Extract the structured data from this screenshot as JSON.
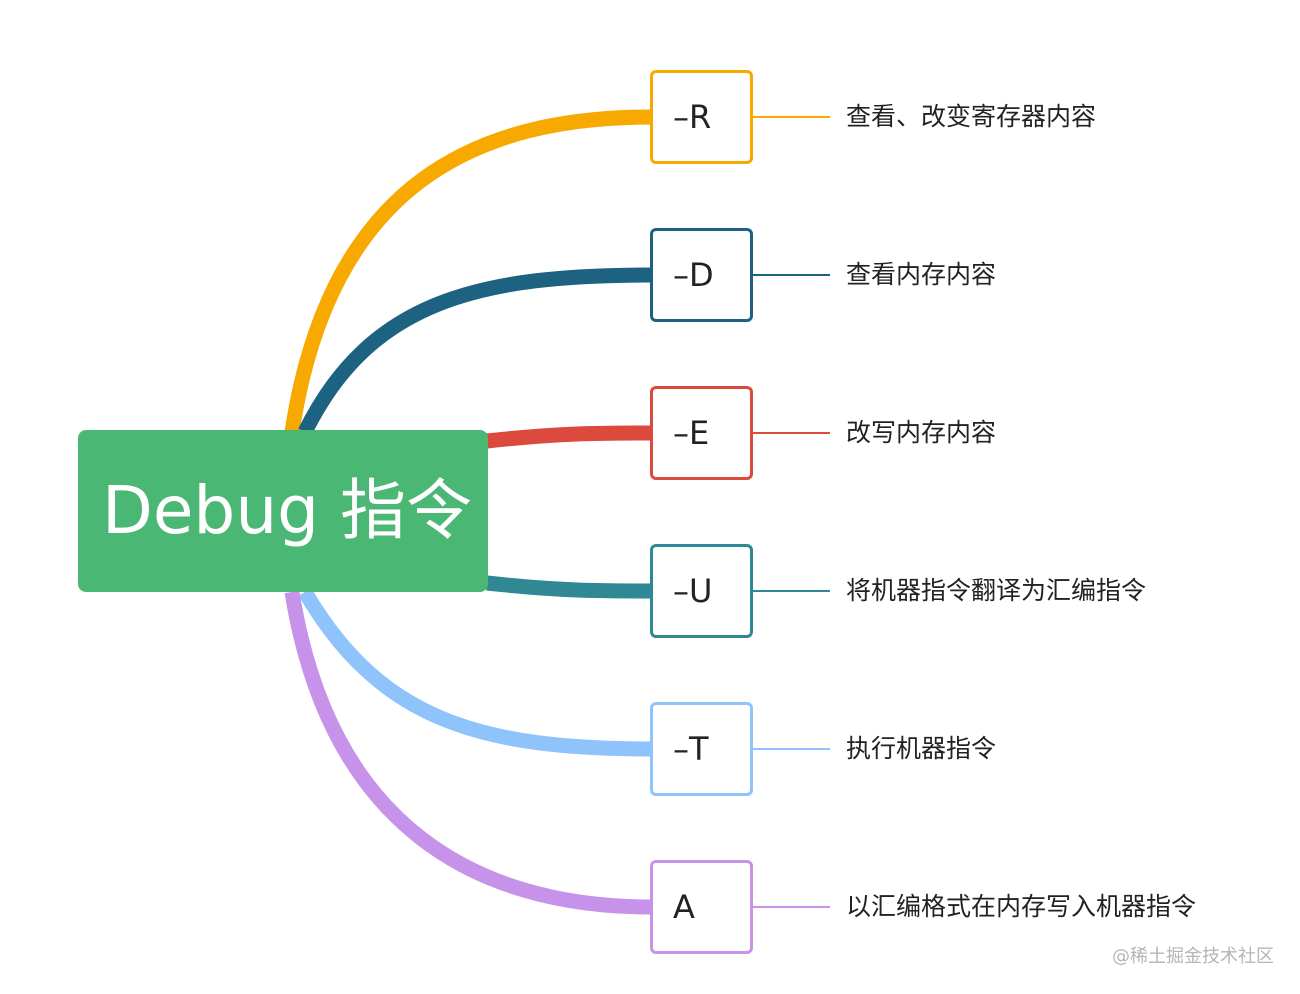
{
  "root": {
    "label": "Debug 指令",
    "color": "#4bb774"
  },
  "branches": [
    {
      "code": "–R",
      "description": "查看、改变寄存器内容",
      "color": "#f7a900"
    },
    {
      "code": "–D",
      "description": "查看内存内容",
      "color": "#1d6381"
    },
    {
      "code": "–E",
      "description": "改写内存内容",
      "color": "#db4a3d"
    },
    {
      "code": "–U",
      "description": "将机器指令翻译为汇编指令",
      "color": "#2f8894"
    },
    {
      "code": "–T",
      "description": "执行机器指令",
      "color": "#8fc3fb"
    },
    {
      "code": "A",
      "description": "以汇编格式在内存写入机器指令",
      "color": "#c793ea"
    }
  ],
  "watermark": "@稀土掘金技术社区"
}
